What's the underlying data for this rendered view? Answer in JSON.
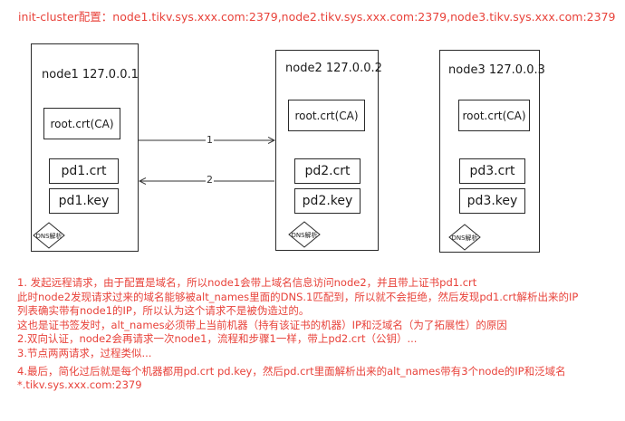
{
  "header": "init-cluster配置：node1.tikv.sys.xxx.com:2379,node2.tikv.sys.xxx.com:2379,node3.tikv.sys.xxx.com:2379",
  "nodes": [
    {
      "title": "node1 127.0.0.1",
      "ca": "root.crt(CA)",
      "crt": "pd1.crt",
      "key": "pd1.key",
      "dns": "DNS解析"
    },
    {
      "title": "node2 127.0.0.2",
      "ca": "root.crt(CA)",
      "crt": "pd2.crt",
      "key": "pd2.key",
      "dns": "DNS解析"
    },
    {
      "title": "node3 127.0.0.3",
      "ca": "root.crt(CA)",
      "crt": "pd3.crt",
      "key": "pd3.key",
      "dns": "DNS解析"
    }
  ],
  "arrows": {
    "request": "1",
    "response": "2"
  },
  "notes": [
    "1. 发起远程请求，由于配置是域名，所以node1会带上域名信息访问node2，并且带上证书pd1.crt",
    "此时node2发现请求过来的域名能够被alt_names里面的DNS.1匹配到，所以就不会拒绝，然后发现pd1.crt解析出来的IP",
    "列表确实带有node1的IP，所以认为这个请求不是被伪造过的。",
    "这也是证书签发时，alt_names必须带上当前机器（持有该证书的机器）IP和泛域名（为了拓展性）的原因",
    "2.双向认证，node2会再请求一次node1，流程和步骤1一样，带上pd2.crt（公钥）...",
    "3.节点两两请求，过程类似...",
    "4.最后，简化过后就是每个机器都用pd.crt pd.key，然后pd.crt里面解析出来的alt_names带有3个node的IP和泛域名",
    "*.tikv.sys.xxx.com:2379"
  ]
}
